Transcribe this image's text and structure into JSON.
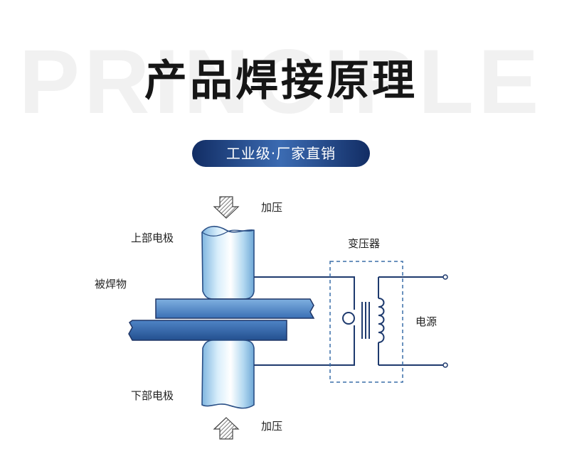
{
  "background_word": "PRINCIPLE",
  "title": "产品焊接原理",
  "badge": "工业级·厂家直销",
  "labels": {
    "pressure_top": "加压",
    "pressure_bottom": "加压",
    "upper_electrode": "上部电极",
    "lower_electrode": "下部电极",
    "workpiece": "被焊物",
    "transformer": "变压器",
    "power_source": "电源"
  },
  "colors": {
    "badge_dark": "#122d64",
    "badge_light": "#3b6bb2",
    "wire": "#1e3a6e",
    "plate": "#3a6fb5",
    "electrode": "#b8dcf2",
    "outline": "#1f3566"
  }
}
